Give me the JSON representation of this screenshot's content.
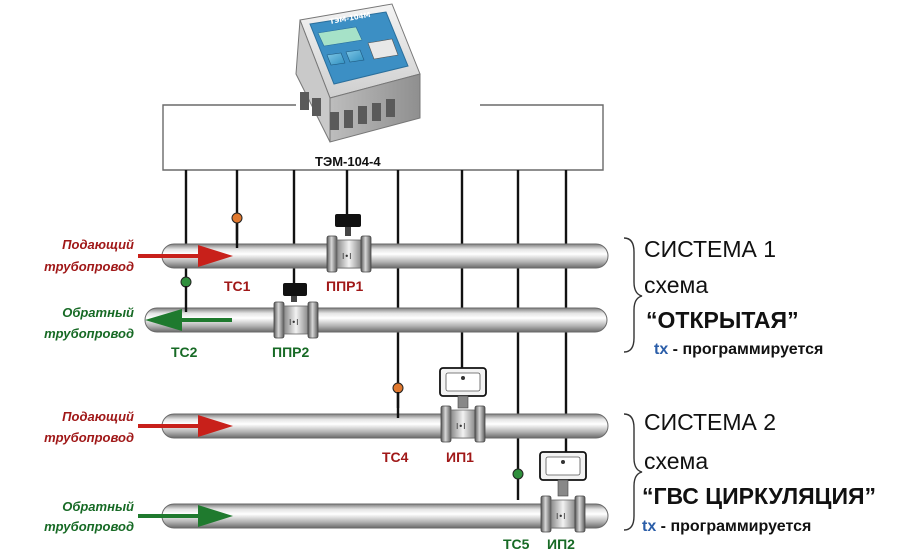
{
  "colors": {
    "supply": "#c8201a",
    "return": "#1f7a2e",
    "supply_text": "#a01818",
    "return_text": "#176a25",
    "note_accent": "#2a5da8"
  },
  "device": {
    "name": "ТЭМ-104-4",
    "screen_brand": "ТЭМ-104М"
  },
  "pipes": {
    "supply_line1": "Подающий",
    "supply_line2": "трубопровод",
    "return_line1": "Обратный",
    "return_line2": "трубопровод"
  },
  "labels": {
    "tc1": "ТС1",
    "tc2": "ТС2",
    "tc4": "ТС4",
    "tc5": "ТС5",
    "ppr1": "ППР1",
    "ppr2": "ППР2",
    "ip1": "ИП1",
    "ip2": "ИП2"
  },
  "system1": {
    "title": "СИСТЕМА 1",
    "scheme_label": "схема",
    "scheme_name": "“ОТКРЫТАЯ”",
    "note_prefix": "tx",
    "note_rest": " - программируется"
  },
  "system2": {
    "title": "СИСТЕМА 2",
    "scheme_label": "схема",
    "scheme_name": "“ГВС ЦИРКУЛЯЦИЯ”",
    "note_prefix": "tx",
    "note_rest": " - программируется"
  }
}
